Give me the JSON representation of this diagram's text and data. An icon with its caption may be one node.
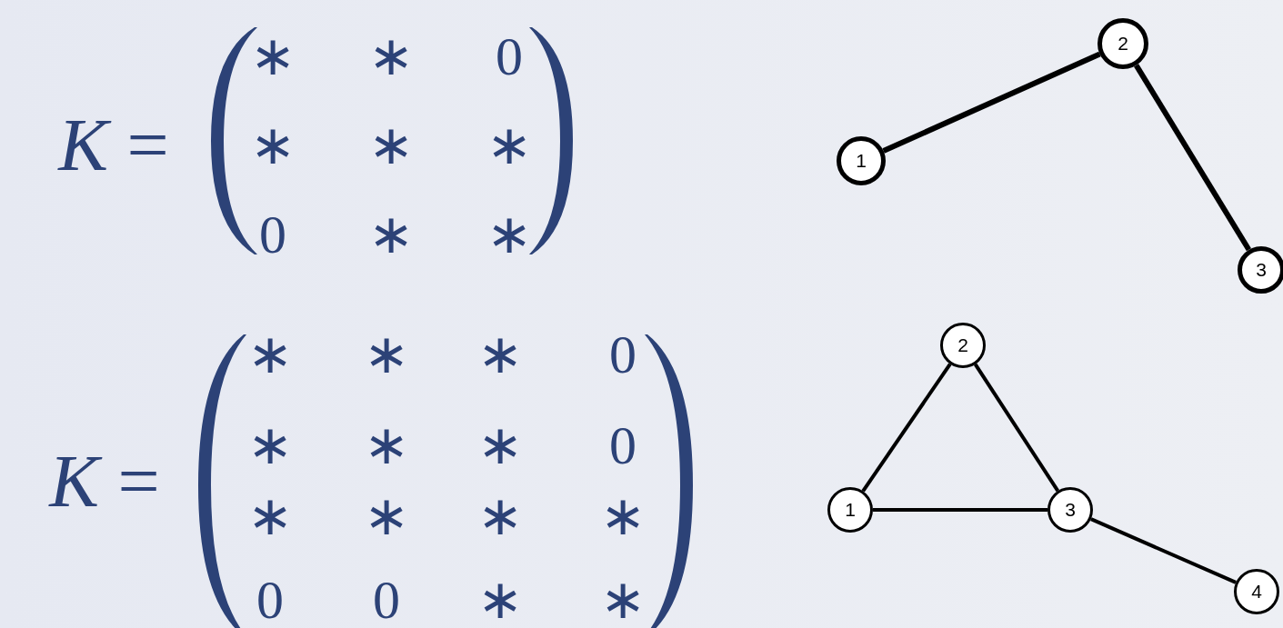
{
  "diagram": {
    "nodes": [
      {
        "text": [
          "1"
        ]
      },
      {
        "text": [
          "2"
        ]
      },
      {
        "text": [
          "3"
        ]
      },
      {
        "text": [
          "1"
        ]
      },
      {
        "text": [
          "2"
        ]
      },
      {
        "text": [
          "3"
        ]
      },
      {
        "text": [
          "4"
        ]
      }
    ],
    "edges": [
      {
        "from": 0,
        "to": 1,
        "arrow": "none"
      },
      {
        "from": 1,
        "to": 2,
        "arrow": "none"
      },
      {
        "from": 3,
        "to": 4,
        "arrow": "none"
      },
      {
        "from": 4,
        "to": 5,
        "arrow": "none"
      },
      {
        "from": 3,
        "to": 5,
        "arrow": "none"
      },
      {
        "from": 5,
        "to": 6,
        "arrow": "none"
      }
    ],
    "labels": [
      "*K* =",
      "∗",
      "∗",
      "0",
      "∗",
      "∗",
      "∗",
      "0",
      "∗",
      "∗",
      "*K* =",
      "∗",
      "∗",
      "∗",
      "0",
      "∗",
      "∗",
      "∗",
      "0",
      "∗",
      "∗",
      "∗",
      "∗",
      "0",
      "0",
      "∗",
      "∗"
    ]
  }
}
